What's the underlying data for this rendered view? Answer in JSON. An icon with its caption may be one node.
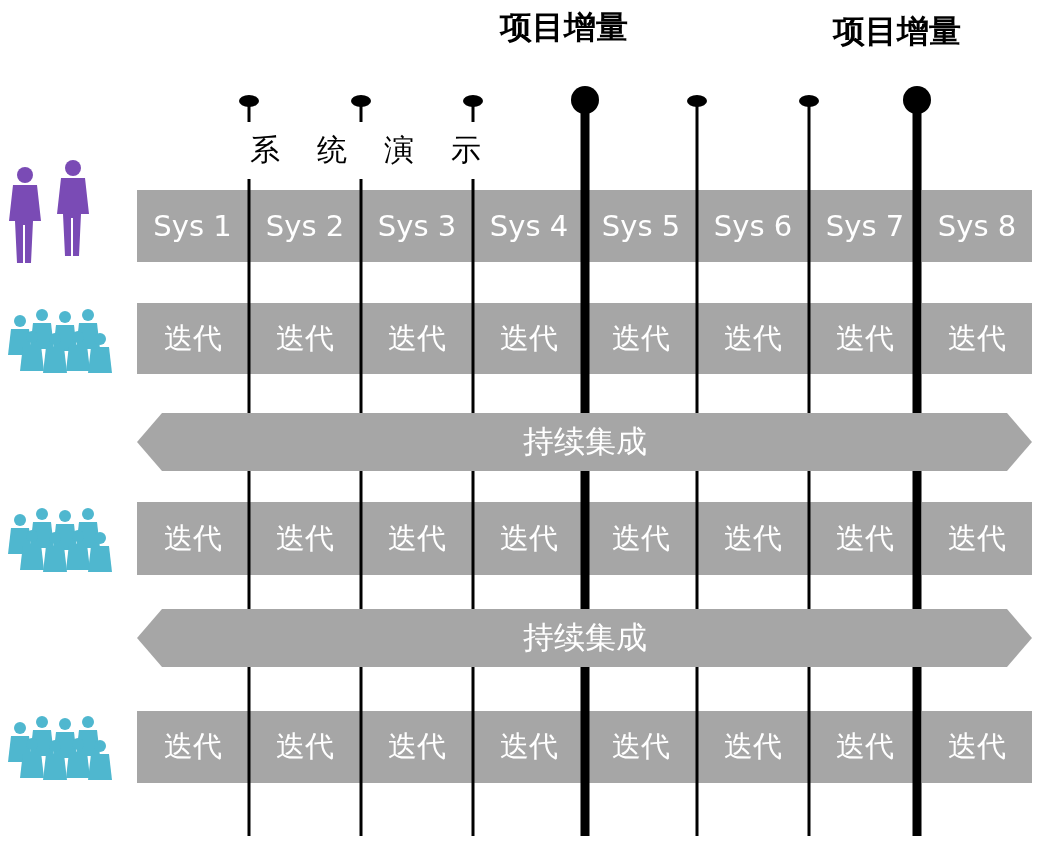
{
  "diagram": {
    "nodes": [
      {
        "text": [
          "Sys 1"
        ]
      },
      {
        "text": [
          "Sys 2"
        ]
      },
      {
        "text": [
          "Sys 3"
        ]
      },
      {
        "text": [
          "Sys 4"
        ]
      },
      {
        "text": [
          "Sys 5"
        ]
      },
      {
        "text": [
          "Sys 6"
        ]
      },
      {
        "text": [
          "Sys 7"
        ]
      },
      {
        "text": [
          "Sys 8"
        ]
      },
      {
        "text": [
          "迭代"
        ]
      },
      {
        "text": [
          "迭代"
        ]
      },
      {
        "text": [
          "迭代"
        ]
      },
      {
        "text": [
          "迭代"
        ]
      },
      {
        "text": [
          "迭代"
        ]
      },
      {
        "text": [
          "迭代"
        ]
      },
      {
        "text": [
          "迭代"
        ]
      },
      {
        "text": [
          "迭代"
        ]
      },
      {
        "text": [
          "持续集成"
        ]
      },
      {
        "text": [
          "迭代"
        ]
      },
      {
        "text": [
          "迭代"
        ]
      },
      {
        "text": [
          "迭代"
        ]
      },
      {
        "text": [
          "迭代"
        ]
      },
      {
        "text": [
          "迭代"
        ]
      },
      {
        "text": [
          "迭代"
        ]
      },
      {
        "text": [
          "迭代"
        ]
      },
      {
        "text": [
          "迭代"
        ]
      },
      {
        "text": [
          "持续集成"
        ]
      },
      {
        "text": [
          "迭代"
        ]
      },
      {
        "text": [
          "迭代"
        ]
      },
      {
        "text": [
          "迭代"
        ]
      },
      {
        "text": [
          "迭代"
        ]
      },
      {
        "text": [
          "迭代"
        ]
      },
      {
        "text": [
          "迭代"
        ]
      },
      {
        "text": [
          "迭代"
        ]
      },
      {
        "text": [
          "迭代"
        ]
      }
    ],
    "labels": [
      "项目增量",
      "项目增量",
      "系统演示"
    ]
  }
}
